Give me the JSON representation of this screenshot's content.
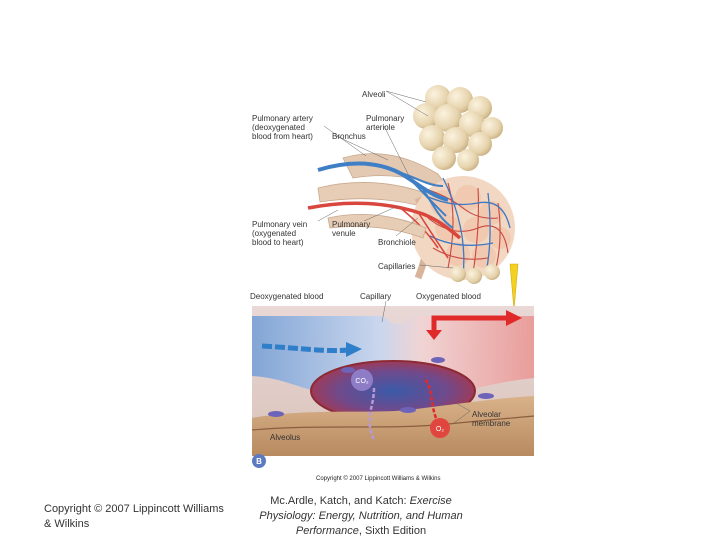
{
  "figure": {
    "labels": {
      "alveoli": "Alveoli",
      "pulmonary_artery": "Pulmonary artery\n(deoxygenated\nblood from heart)",
      "bronchus": "Bronchus",
      "pulmonary_arteriole": "Pulmonary\narteriole",
      "pulmonary_vein": "Pulmonary vein\n(oxygenated\nblood to heart)",
      "pulmonary_venule": "Pulmonary\nvenule",
      "bronchiole": "Bronchiole",
      "capillaries": "Capillaries",
      "deoxygenated_blood": "Deoxygenated blood",
      "capillary": "Capillary",
      "oxygenated_blood": "Oxygenated blood",
      "co2": "CO₂",
      "o2": "O₂",
      "alveolar_membrane": "Alveolar\nmembrane",
      "alveolus": "Alveolus",
      "panel_letter": "B"
    },
    "copyright": "Copyright © 2007 Lippincott Williams & Wilkins"
  },
  "footer": {
    "copyright": "Copyright © 2007 Lippincott Williams & Wilkins",
    "citation_prefix": "Mc.Ardle, Katch, and Katch: ",
    "citation_title": "Exercise Physiology: Energy, Nutrition, and Human Performance",
    "citation_suffix": ", Sixth Edition"
  },
  "colors": {
    "deoxygenated": "#3a7cc4",
    "oxygenated": "#d93a36",
    "alveoli": "#e8d7b4",
    "tissue": "#c9a27e",
    "yellow_arrow": "#f4d020"
  }
}
